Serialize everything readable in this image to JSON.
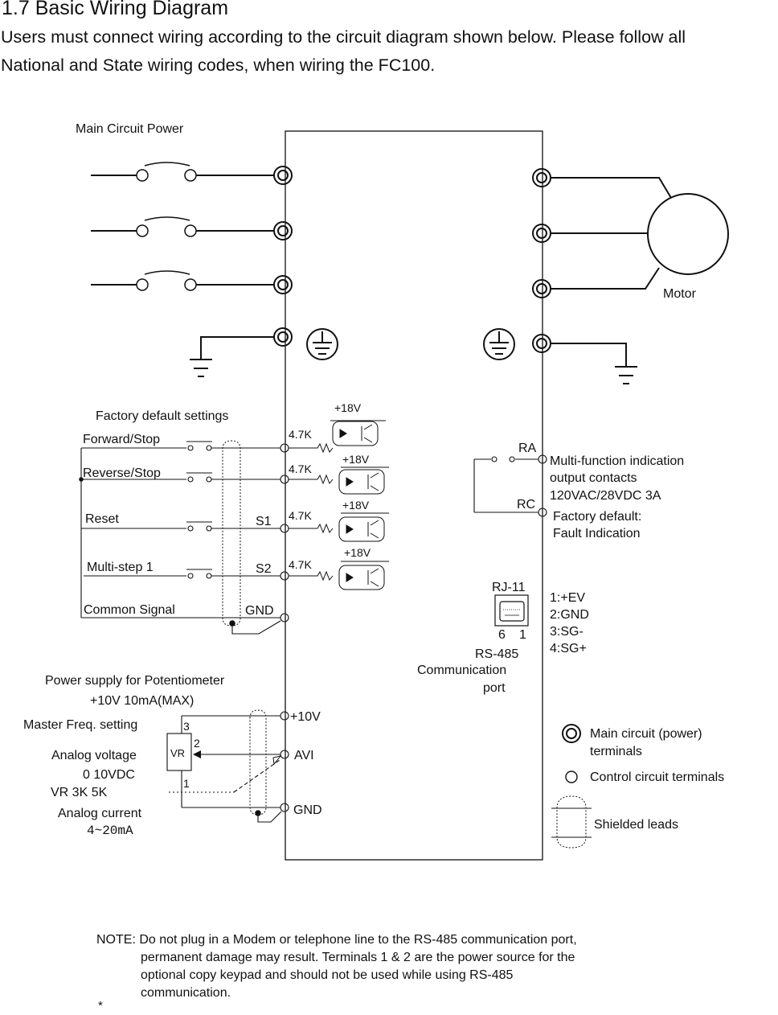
{
  "section_title": "1.7  Basic Wiring Diagram",
  "intro_line1": "Users must connect wiring according to the circuit diagram shown below.   Please follow all",
  "intro_line2": "National and State wiring codes, when wiring the FC100.",
  "labels": {
    "main_circuit_power": "Main Circuit Power",
    "motor": "Motor",
    "factory_defaults": "Factory default settings",
    "forward_stop": "Forward/Stop",
    "reverse_stop": "Reverse/Stop",
    "reset": "Reset",
    "multi_step": "Multi-step 1",
    "common_signal": "Common Signal",
    "r1": "4.7K",
    "r2": "4.7K",
    "r3": "4.7K",
    "r4": "4.7K",
    "v1": "+18V",
    "v2": "+18V",
    "v3": "+18V",
    "v4": "+18V",
    "s1": "S1",
    "s2": "S2",
    "gnd": "GND",
    "ra": "RA",
    "rc": "RC",
    "mf1": "Multi-function indication",
    "mf2": "output contacts",
    "mf3": "120VAC/28VDC 3A",
    "fd1": "Factory default:",
    "fd2": "Fault Indication",
    "rj11": "RJ-11",
    "pin6": "6",
    "pin1": "1",
    "rs1": "RS-485",
    "rs2": "Communication",
    "rs3": "port",
    "p1": "1:+EV",
    "p2": "2:GND",
    "p3": "3:SG-",
    "p4": "4:SG+",
    "pot1": "Power supply for Potentiometer",
    "pot2": "+10V 10mA(MAX)",
    "master": "Master Freq. setting",
    "av": "Analog voltage",
    "av_range": "0    10VDC",
    "vr_vals": "VR    3K    5K",
    "ac": "Analog current",
    "ac_range": "4~20mA",
    "vr": "VR",
    "n3": "3",
    "n2": "2",
    "n1": "1",
    "plus10": "+10V",
    "avi": "AVI",
    "gnd2": "GND",
    "leg1a": "Main circuit (power)",
    "leg1b": "terminals",
    "leg2": "Control circuit terminals",
    "leg3": "Shielded leads"
  },
  "note_line1": "NOTE: Do not plug in a Modem or telephone line to the RS-485 communication port,",
  "note_line2": "permanent damage may result. Terminals 1 & 2 are the power source for the",
  "note_line3": "optional copy keypad and should not be used while using RS-485",
  "note_line4": "communication.",
  "asterisk": "*"
}
